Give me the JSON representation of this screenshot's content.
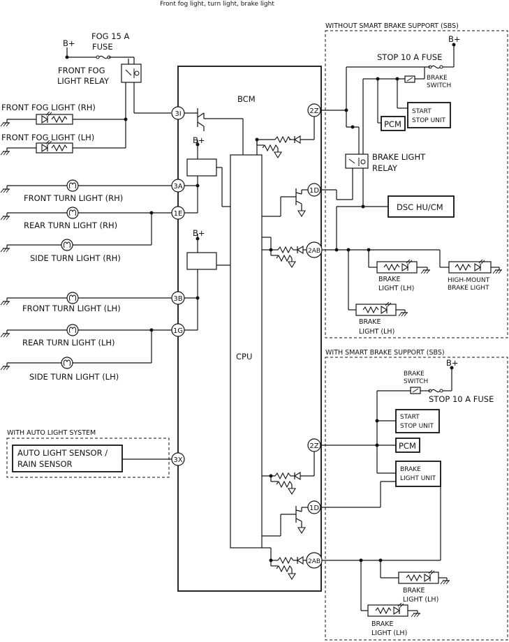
{
  "title": "Front fog light, turn light, brake light",
  "labels": {
    "bplus": "B+",
    "fog_fuse": "FOG 15 A",
    "fuse_word": "FUSE",
    "front_fog_relay_1": "FRONT FOG",
    "front_fog_relay_2": "LIGHT RELAY",
    "fog_rh": "FRONT FOG LIGHT (RH)",
    "fog_lh": "FRONT FOG LIGHT (LH)",
    "front_turn_rh": "FRONT TURN LIGHT (RH)",
    "rear_turn_rh": "REAR TURN LIGHT (RH)",
    "side_turn_rh": "SIDE TURN LIGHT (RH)",
    "front_turn_lh": "FRONT TURN LIGHT (LH)",
    "rear_turn_lh": "REAR TURN LIGHT (LH)",
    "side_turn_lh": "SIDE TURN LIGHT (LH)",
    "bcm": "BCM",
    "cpu": "CPU",
    "without_sbs": "WITHOUT SMART BRAKE SUPPORT (SBS)",
    "with_sbs": "WITH SMART BRAKE SUPPORT (SBS)",
    "stop_fuse": "STOP 10 A FUSE",
    "brake_switch_1": "BRAKE",
    "brake_switch_2": "SWITCH",
    "start_stop_1": "START",
    "start_stop_2": "STOP UNIT",
    "pcm": "PCM",
    "brake_light_relay_1": "BRAKE LIGHT",
    "brake_light_relay_2": "RELAY",
    "dsc": "DSC HU/CM",
    "brake_word": "BRAKE",
    "brake_light_lh": "LIGHT (LH)",
    "high_mount_1": "HIGH-MOUNT",
    "high_mount_2": "BRAKE LIGHT",
    "brake_light_unit_1": "BRAKE",
    "brake_light_unit_2": "LIGHT UNIT",
    "with_auto_light": "WITH AUTO LIGHT SYSTEM",
    "auto_sensor_1": "AUTO LIGHT SENSOR /",
    "auto_sensor_2": "RAIN SENSOR"
  },
  "pins": {
    "p3I": "3I",
    "p3A": "3A",
    "p1E": "1E",
    "p3B": "3B",
    "p1G": "1G",
    "p3X": "3X",
    "p2Z": "2Z",
    "p1D": "1D",
    "p2AB": "2AB"
  }
}
